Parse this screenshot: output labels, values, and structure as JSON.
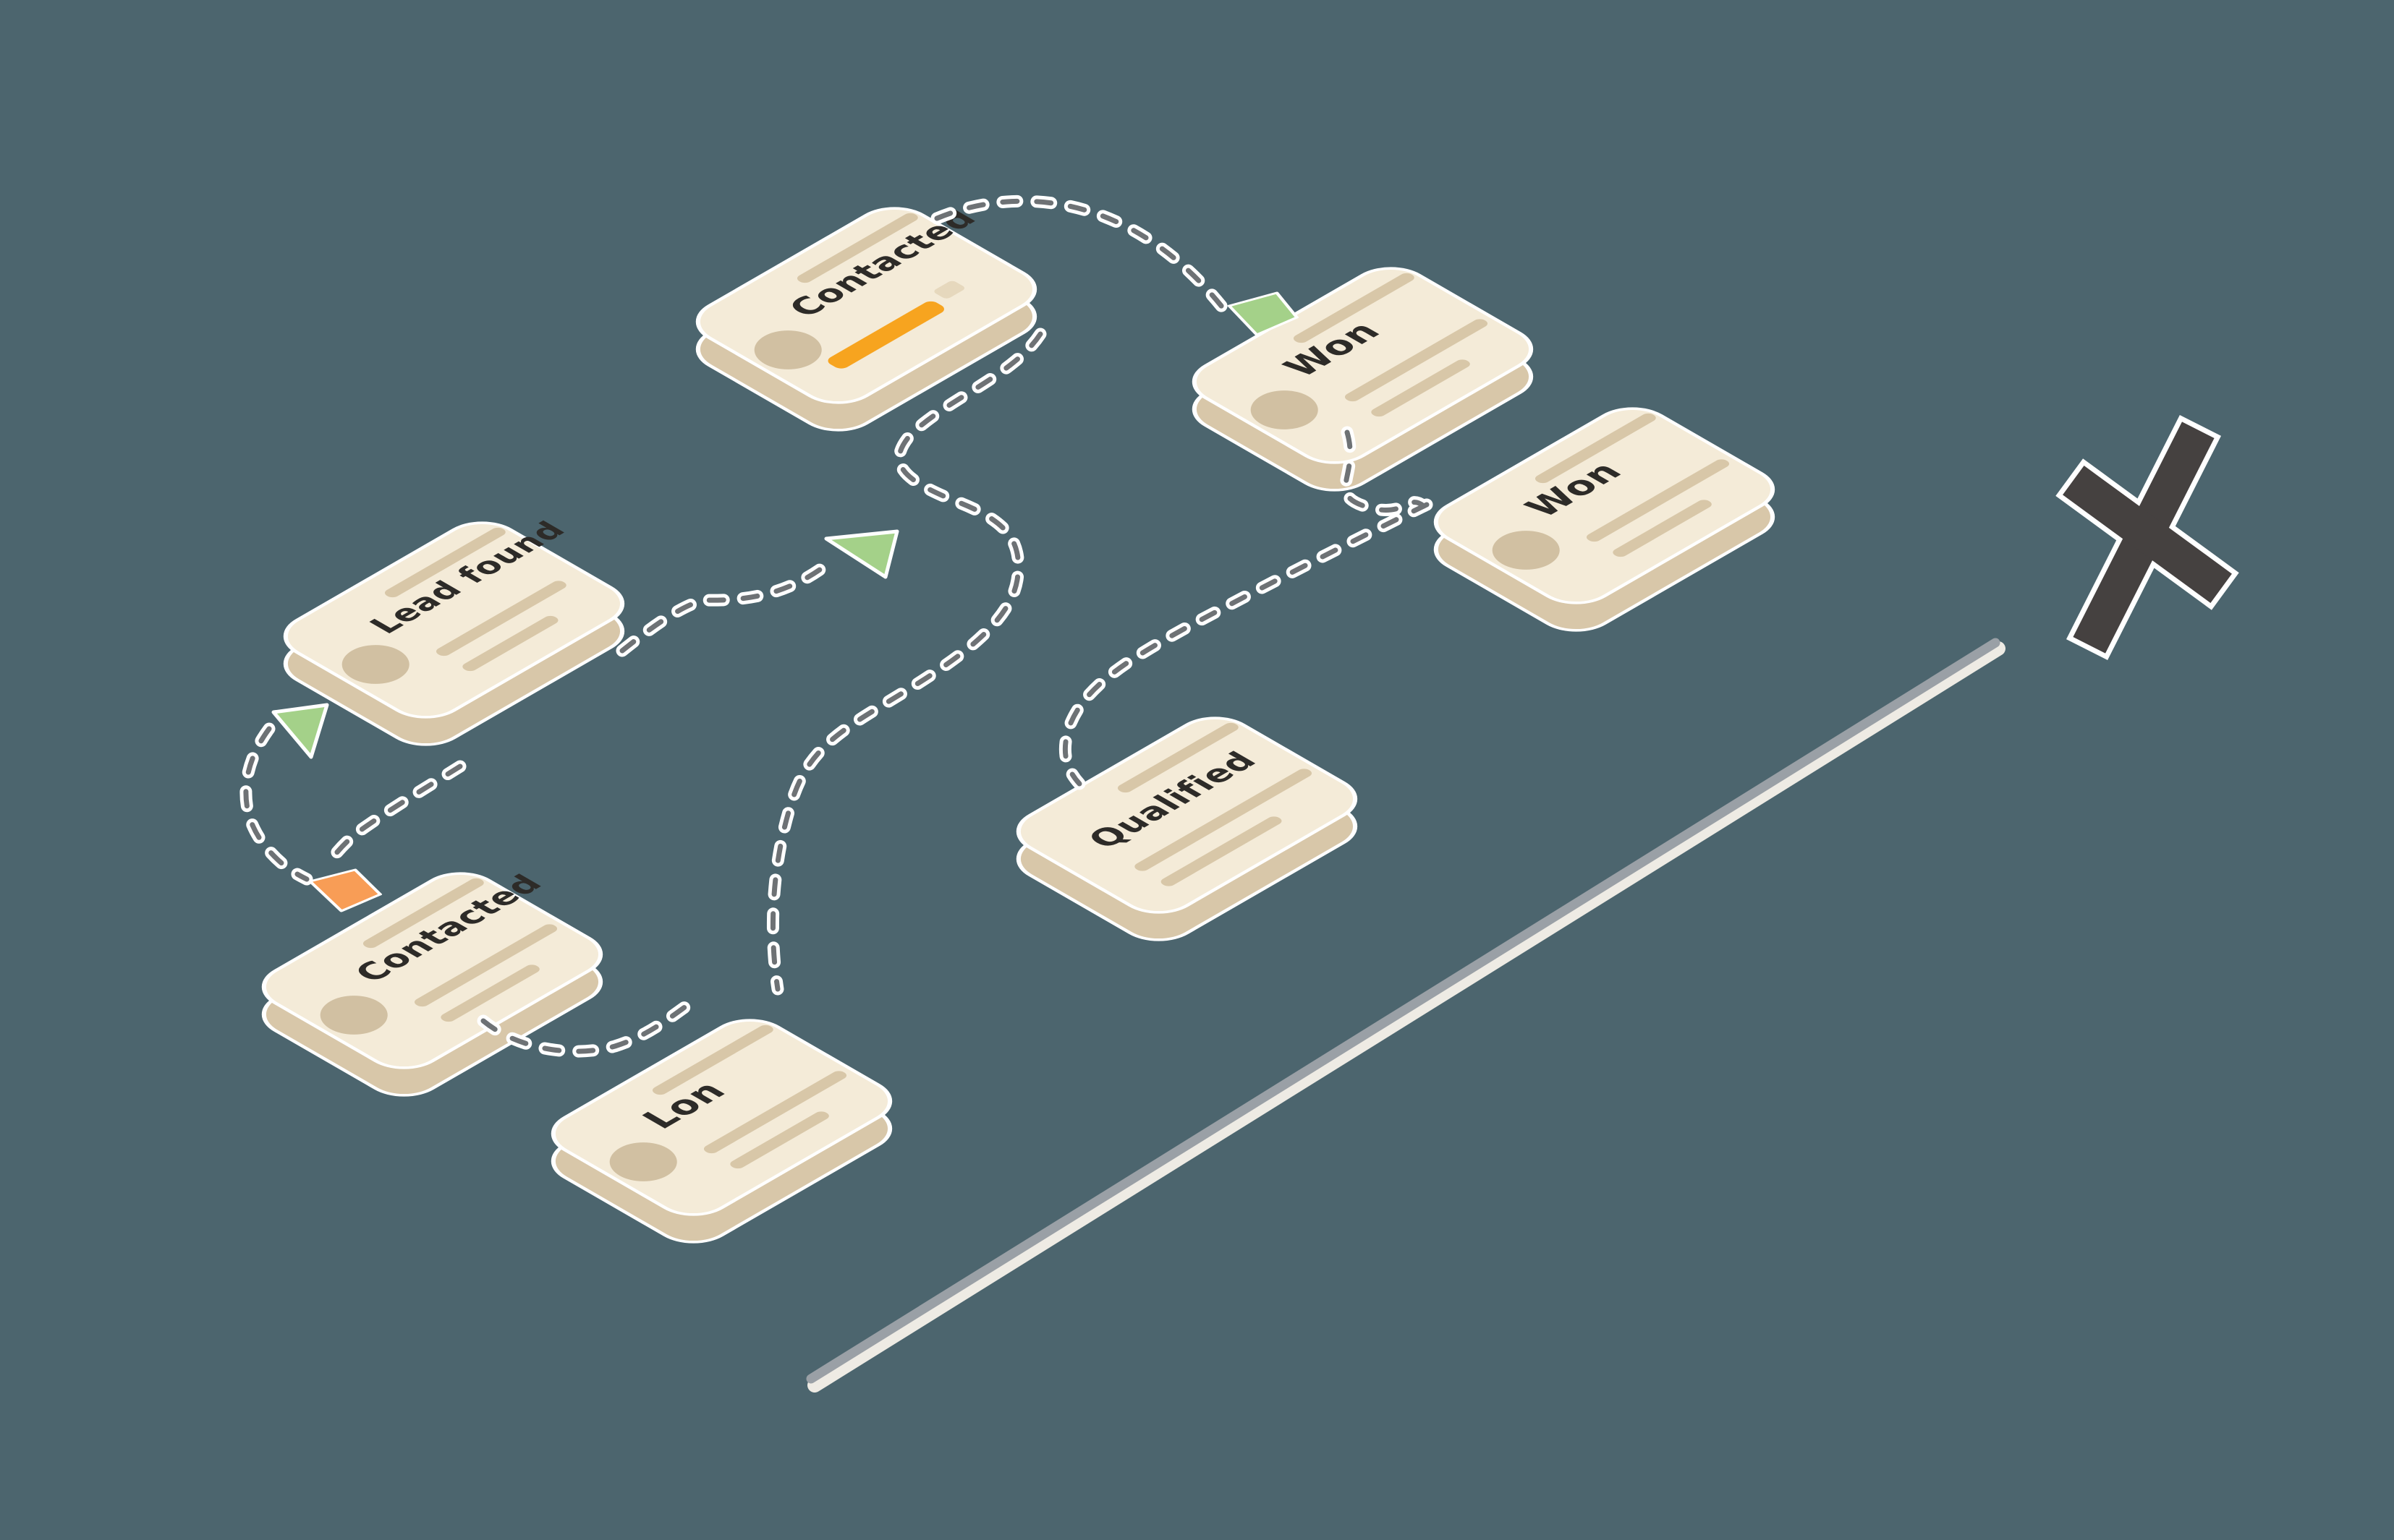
{
  "illustration": {
    "description": "isometric-sales-pipeline-flow",
    "cards": {
      "contacted_top": {
        "label": "Contacted",
        "marker": "orange-progress-bar"
      },
      "won_upper": {
        "label": "Won",
        "marker": "green-flag"
      },
      "won_lower": {
        "label": "Won",
        "marker": "none"
      },
      "lead_found": {
        "label": "Lead found",
        "marker": "none"
      },
      "qualified": {
        "label": "Qualified",
        "marker": "none"
      },
      "contacted_lower": {
        "label": "Contacted",
        "marker": "orange-flag"
      },
      "lost": {
        "label": "Lon",
        "marker": "none"
      }
    },
    "icons": {
      "x_mark": "x-mark-icon",
      "flow_arrow": "flow-arrow-icon",
      "milestone_flag_green": "green-flag-icon",
      "milestone_flag_orange": "orange-flag-icon",
      "avatar": "avatar-circle-icon"
    },
    "colors": {
      "background": "#4c656e",
      "card_face": "#f4ebd8",
      "card_side": "#d8c7a9",
      "card_outline": "#ffffff",
      "bar": "#d8c7a8",
      "avatar": "#d1c0a2",
      "title": "#2d2b28",
      "progress_orange": "#f7a41f",
      "progress_stub": "#e6d8bd",
      "flag_orange": "#f89d56",
      "arrow_green": "#a4d189",
      "dash": "#6e7275",
      "dash_casing": "#ffffff",
      "x_mark": "#454140",
      "baseline": "#9aa0a6",
      "baseline_light": "#eeebe4"
    }
  }
}
